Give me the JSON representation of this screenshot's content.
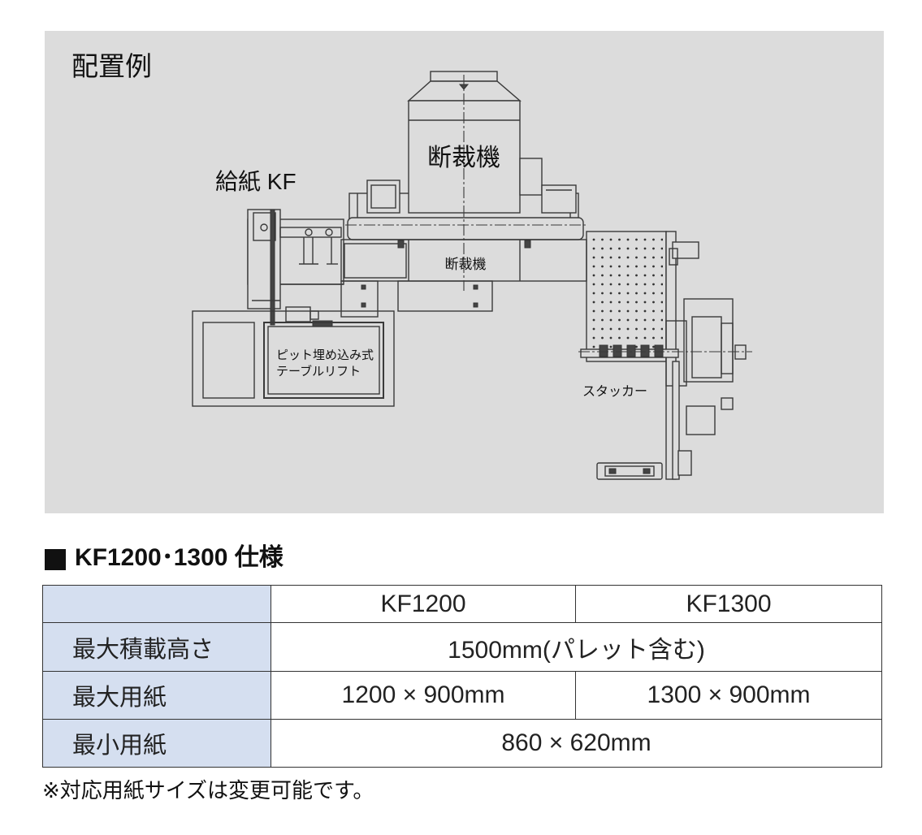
{
  "diagram": {
    "title": "配置例",
    "labels": {
      "cutter_large": "断裁機",
      "feeder": "給紙 KF",
      "cutter_small": "断裁機",
      "pit_lift_line1": "ピット埋め込み式",
      "pit_lift_line2": "テーブルリフト",
      "stacker": "スタッカー"
    }
  },
  "spec": {
    "heading": "KF1200･1300 仕様",
    "table": {
      "columns": [
        "KF1200",
        "KF1300"
      ],
      "rows": [
        {
          "label": "最大積載高さ",
          "values": [
            "1500mm(パレット含む)"
          ]
        },
        {
          "label": "最大用紙",
          "values": [
            "1200 × 900mm",
            "1300 × 900mm"
          ]
        },
        {
          "label": "最小用紙",
          "values": [
            "860 × 620mm"
          ]
        }
      ]
    }
  },
  "footnote": "※対応用紙サイズは変更可能です。",
  "colors": {
    "panel_background": "#dcdcdc",
    "label_cell_background": "#d5dff0"
  }
}
